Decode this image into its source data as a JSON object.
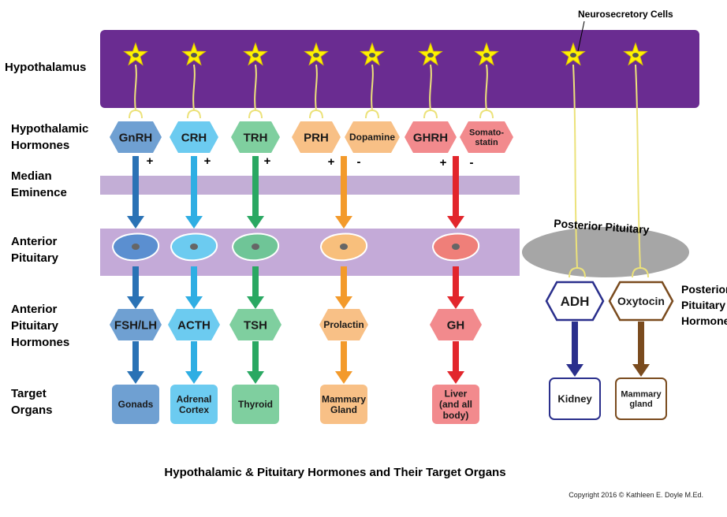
{
  "colors": {
    "hypothalamus_band": "#6a2c91",
    "eminence_band": "#c3aed6",
    "anterior_band": "#c4aad8",
    "posterior_lobe": "#a6a6a6",
    "axon": "#ece27a",
    "neuron": "#fff200",
    "blue_dark": "#2a72b5",
    "blue_light": "#2faee3",
    "green": "#2aa862",
    "orange": "#f39a2b",
    "red": "#e2262c",
    "adh": "#2a2f8c",
    "oxytocin": "#7a4b1e"
  },
  "labels": {
    "neurosecretory": "Neurosecretory Cells",
    "hypothalamus": "Hypothalamus",
    "hypo_hormones": [
      "Hypothalamic",
      "Hormones"
    ],
    "median_eminence": [
      "Median",
      "Eminence"
    ],
    "anterior_pituitary": [
      "Anterior",
      "Pituitary"
    ],
    "ant_pit_hormones": [
      "Anterior",
      "Pituitary",
      "Hormones"
    ],
    "target_organs": [
      "Target",
      "Organs"
    ],
    "posterior_pituitary": "Posterior Pituitary",
    "post_pit_hormones": [
      "Posterior",
      "Pituitary",
      "Hormones"
    ],
    "title": "Hypothalamic & Pituitary Hormones and Their Target Organs",
    "copyright": "Copyright 2016 © Kathleen E. Doyle M.Ed."
  },
  "releasing_hormones": [
    {
      "label": "GnRH",
      "color": "#6fa0d2",
      "sign": "+"
    },
    {
      "label": "CRH",
      "color": "#6ccbf0",
      "sign": "+"
    },
    {
      "label": "TRH",
      "color": "#7fcf9f",
      "sign": "+"
    },
    {
      "label": "PRH",
      "color": "#f8c086",
      "sign": "+"
    },
    {
      "label": "Dopamine",
      "color": "#f8c086",
      "sign": "-"
    },
    {
      "label": "GHRH",
      "color": "#f28a8d",
      "sign": "+"
    },
    {
      "label": "Somato-\nstatin",
      "color": "#f28a8d",
      "sign": "-"
    }
  ],
  "anterior_columns": [
    {
      "hormone": "FSH/LH",
      "organ": "Gonads",
      "color": "#6fa0d2",
      "arrow": "#2a72b5",
      "cell": "#5b8fd0"
    },
    {
      "hormone": "ACTH",
      "organ": "Adrenal\nCortex",
      "color": "#6ccbf0",
      "arrow": "#2faee3",
      "cell": "#6ccbf0"
    },
    {
      "hormone": "TSH",
      "organ": "Thyroid",
      "color": "#7fcf9f",
      "arrow": "#2aa862",
      "cell": "#6fc597"
    },
    {
      "hormone": "Prolactin",
      "organ": "Mammary\nGland",
      "color": "#f8c086",
      "arrow": "#f39a2b",
      "cell": "#f8bf7c"
    },
    {
      "hormone": "GH",
      "organ": "Liver\n(and all\nbody)",
      "color": "#f28a8d",
      "arrow": "#e2262c",
      "cell": "#ef7f79"
    }
  ],
  "posterior_hormones": [
    {
      "hormone": "ADH",
      "organ": "Kidney",
      "color": "#2a2f8c"
    },
    {
      "hormone": "Oxytocin",
      "organ": "Mammary\ngland",
      "color": "#7a4b1e"
    }
  ]
}
